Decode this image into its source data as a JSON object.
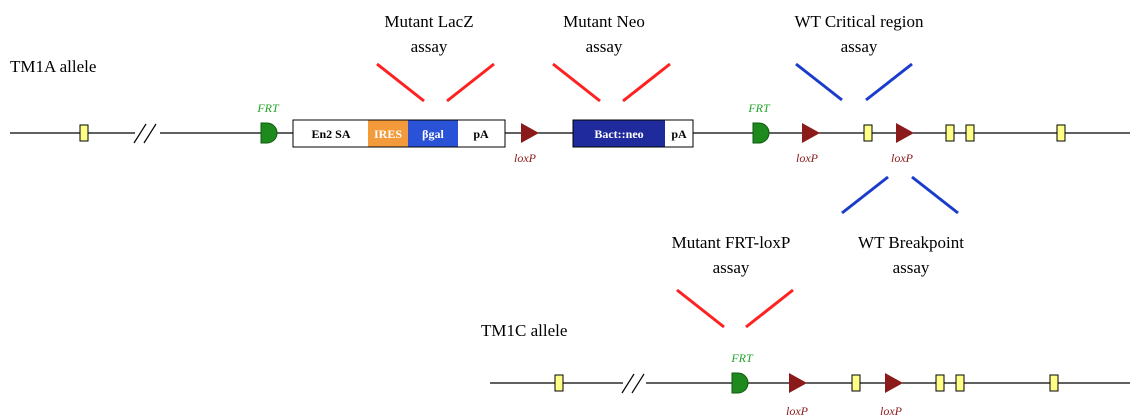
{
  "tm1a": {
    "label": "TM1A allele",
    "frt": [
      "FRT",
      "FRT"
    ],
    "loxp": [
      "loxP",
      "loxP",
      "loxP"
    ],
    "cassette": {
      "en2sa": "En2 SA",
      "ires": "IRES",
      "bgal": "βgal",
      "pa1": "pA",
      "neo": "Bact::neo",
      "pa2": "pA"
    }
  },
  "tm1c": {
    "label": "TM1C allele",
    "frt": "FRT",
    "loxp": [
      "loxP",
      "loxP"
    ]
  },
  "assays": {
    "lacz": [
      "Mutant LacZ",
      "assay"
    ],
    "neo": [
      "Mutant Neo",
      "assay"
    ],
    "wt_critical": [
      "WT Critical region",
      "assay"
    ],
    "wt_breakpoint": [
      "WT Breakpoint",
      "assay"
    ],
    "frt_loxp": [
      "Mutant FRT-loxP",
      "assay"
    ]
  },
  "colors": {
    "exon": "#ffff88",
    "frt": "#1e8a1e",
    "loxp": "#8b1a1a",
    "ires": "#f39a3a",
    "bgal": "#2a52d6",
    "neo": "#1f2a9c",
    "mutant_assay": "#ff2020",
    "wt_assay": "#1a3ccc"
  }
}
